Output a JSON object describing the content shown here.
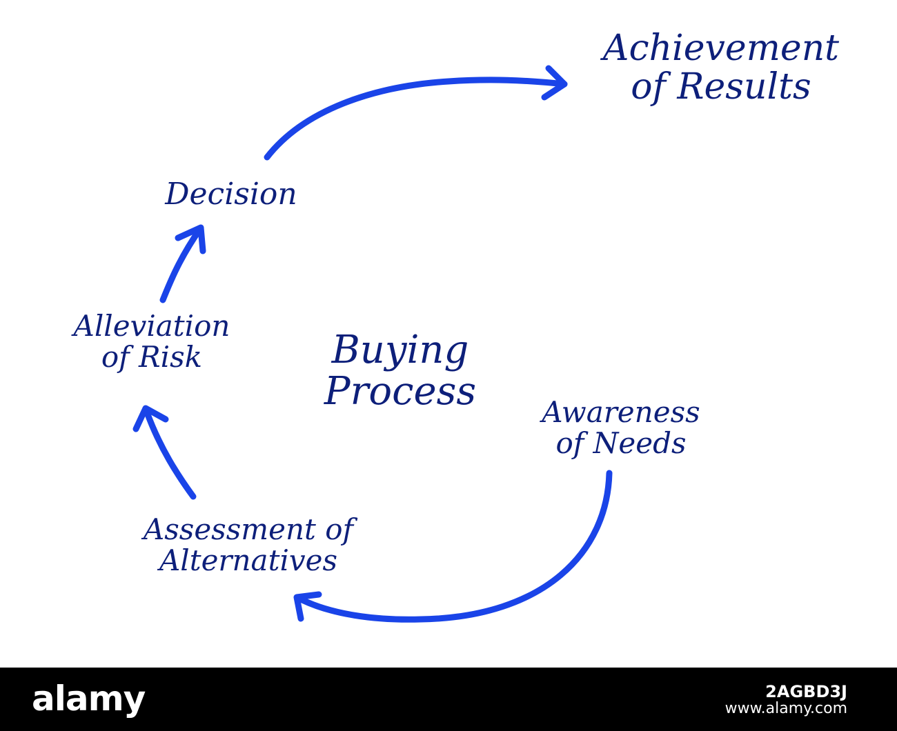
{
  "diagram": {
    "title_lines": [
      "Buying",
      "Process"
    ],
    "stages": {
      "awareness": [
        "Awareness",
        "of Needs"
      ],
      "assessment": [
        "Assessment of",
        "Alternatives"
      ],
      "alleviation": [
        "Alleviation",
        "of Risk"
      ],
      "decision": [
        "Decision"
      ],
      "achievement": [
        "Achievement",
        "of Results"
      ]
    },
    "arrow_color": "#1a44e8",
    "text_color": "#0d1f7a"
  },
  "footer": {
    "brand": "alamy",
    "image_id": "2AGBD3J",
    "url": "www.alamy.com"
  }
}
